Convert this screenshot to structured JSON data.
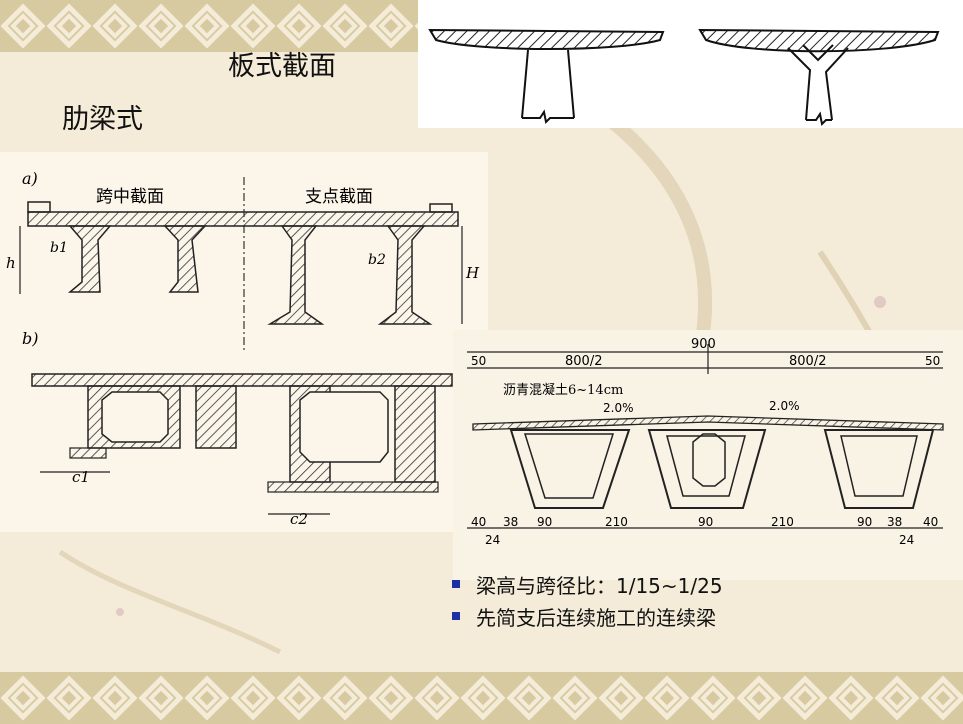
{
  "titles": {
    "slab": "板式截面",
    "rib": "肋梁式"
  },
  "rib_diagram": {
    "label_a": "a)",
    "label_b": "b)",
    "midspan": "跨中截面",
    "support": "支点截面",
    "h": "h",
    "H": "H",
    "b1": "b1",
    "b2": "b2",
    "c1": "c1",
    "c2": "c2"
  },
  "box_diagram": {
    "total": "900",
    "left_edge": "50",
    "left_half": "800/2",
    "right_half": "800/2",
    "right_edge": "50",
    "asphalt": "沥青混凝土6~14cm",
    "slope_left": "2.0%",
    "slope_right": "2.0%",
    "dims": [
      "40",
      "38",
      "90",
      "210",
      "90",
      "210",
      "90",
      "38",
      "40"
    ],
    "sub_left": "24",
    "sub_right": "24"
  },
  "bullets": [
    "梁高与跨径比：1/15~1/25",
    "先简支后连续施工的连续梁"
  ],
  "colors": {
    "bullet": "#1c2fa3",
    "background": "#f4ecd9",
    "band": "#c9b98a"
  }
}
